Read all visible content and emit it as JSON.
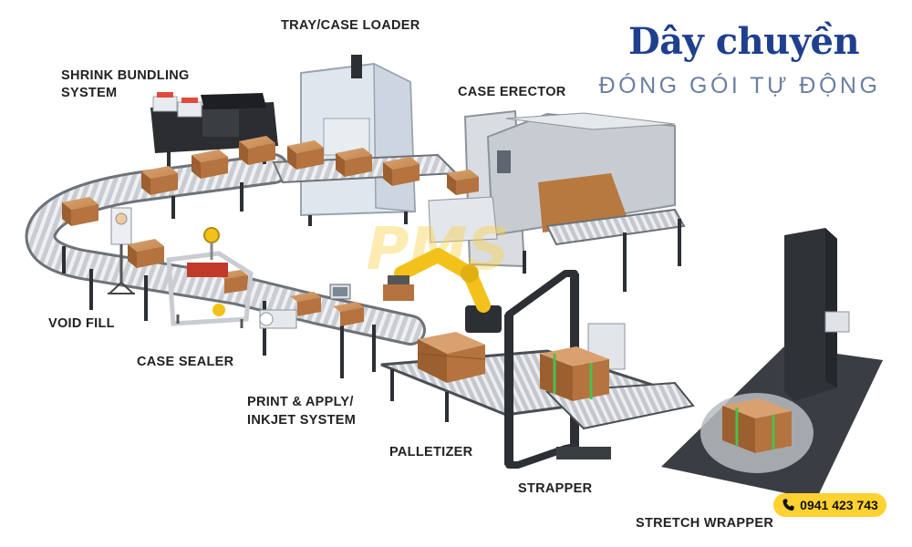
{
  "labels": {
    "tray_case_loader": "TRAY/CASE LOADER",
    "shrink_bundling_1": "SHRINK BUNDLING",
    "shrink_bundling_2": "SYSTEM",
    "case_erector": "CASE ERECTOR",
    "void_fill": "VOID FILL",
    "case_sealer": "CASE SEALER",
    "print_apply_1": "PRINT & APPLY/",
    "print_apply_2": "INKJET SYSTEM",
    "palletizer": "PALLETIZER",
    "strapper": "STRAPPER",
    "stretch_wrapper": "STRETCH WRAPPER"
  },
  "brand": {
    "title": "Dây chuyền",
    "subtitle": "ĐÓNG GÓI TỰ ĐỘNG",
    "watermark": "PMS"
  },
  "hotline": {
    "phone": "0941 423 743",
    "icon": "phone-icon"
  },
  "colors": {
    "brand_blue": "#1f3f8f",
    "subtitle_gray": "#6b7fa3",
    "hotline_yellow": "#ffd232",
    "robot_yellow": "#f2c21b",
    "box_brown": "#b5733f",
    "frame_dark": "#2c2f33"
  }
}
